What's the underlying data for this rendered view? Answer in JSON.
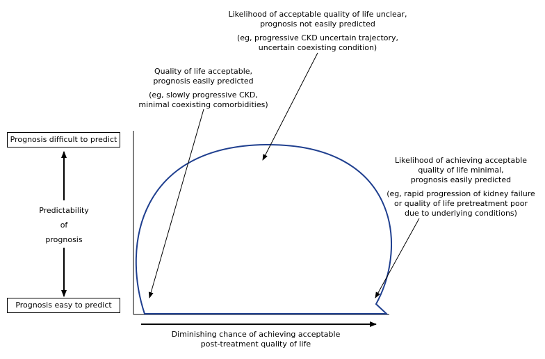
{
  "y_axis": {
    "top_label": "Prognosis difficult to predict",
    "bottom_label": "Prognosis easy to predict",
    "middle_label": [
      "Predictability",
      "of",
      "prognosis"
    ]
  },
  "x_axis": {
    "label_line1": "Diminishing chance of achieving acceptable",
    "label_line2": "post-treatment quality of life"
  },
  "annotations": {
    "left": {
      "line1": "Quality of life acceptable,",
      "line2": "prognosis easily predicted",
      "line3": "(eg, slowly progressive CKD,",
      "line4": "minimal coexisting comorbidities)"
    },
    "top": {
      "line1": "Likelihood of acceptable quality of life unclear,",
      "line2": "prognosis not easily predicted",
      "line3": "(eg, progressive CKD uncertain trajectory,",
      "line4": "uncertain coexisting condition)"
    },
    "right": {
      "line1": "Likelihood of achieving acceptable",
      "line2": "quality of life minimal,",
      "line3": "prognosis easily predicted",
      "line4": "(eg, rapid progression of kidney failure",
      "line5": "or quality of life pretreatment poor",
      "line6": "due to underlying conditions)"
    }
  },
  "colors": {
    "curve": "#1f3f8f",
    "arrows": "#000000"
  }
}
